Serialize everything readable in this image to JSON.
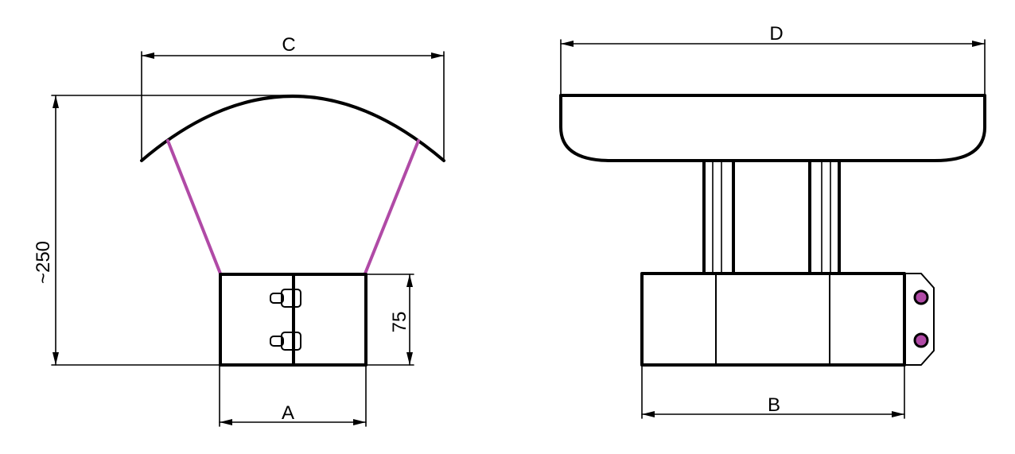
{
  "dimensions": {
    "C": "C",
    "D": "D",
    "A": "A",
    "B": "B",
    "height_total": "~250",
    "height_base": "75"
  },
  "colors": {
    "line": "#000000",
    "accent": "#b04aa6",
    "background": "#ffffff"
  }
}
